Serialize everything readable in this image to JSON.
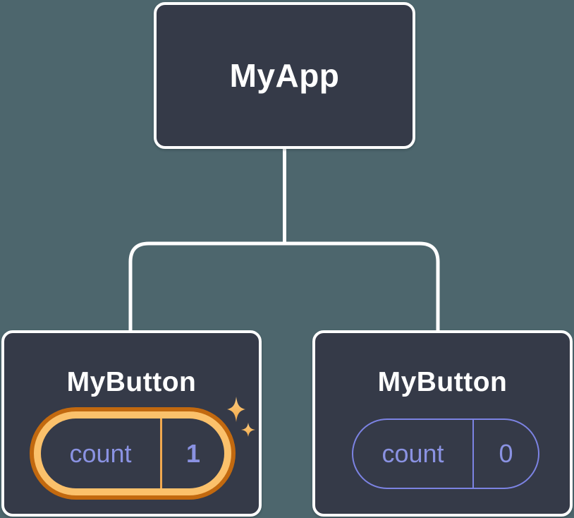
{
  "diagram": {
    "root": {
      "label": "MyApp"
    },
    "children": [
      {
        "label": "MyButton",
        "state": {
          "key": "count",
          "value": "1"
        },
        "highlighted": true
      },
      {
        "label": "MyButton",
        "state": {
          "key": "count",
          "value": "0"
        },
        "highlighted": false
      }
    ]
  },
  "icons": {
    "sparkle_large": "sparkle-4point-icon",
    "sparkle_small": "sparkle-4point-icon"
  },
  "colors": {
    "background": "#4D666D",
    "node_fill": "#353A48",
    "node_border": "#FFFFFF",
    "connector": "#FFFFFF",
    "label_text": "#FFFFFF",
    "state_text": "#8A92E2",
    "state_border": "#7C83E3",
    "highlight_outer": "#C2690F",
    "highlight_inner": "#FBC16B",
    "highlight_divider": "#F2A94F",
    "sparkle_top": "#FDCD80",
    "sparkle_bottom": "#F2A848"
  }
}
